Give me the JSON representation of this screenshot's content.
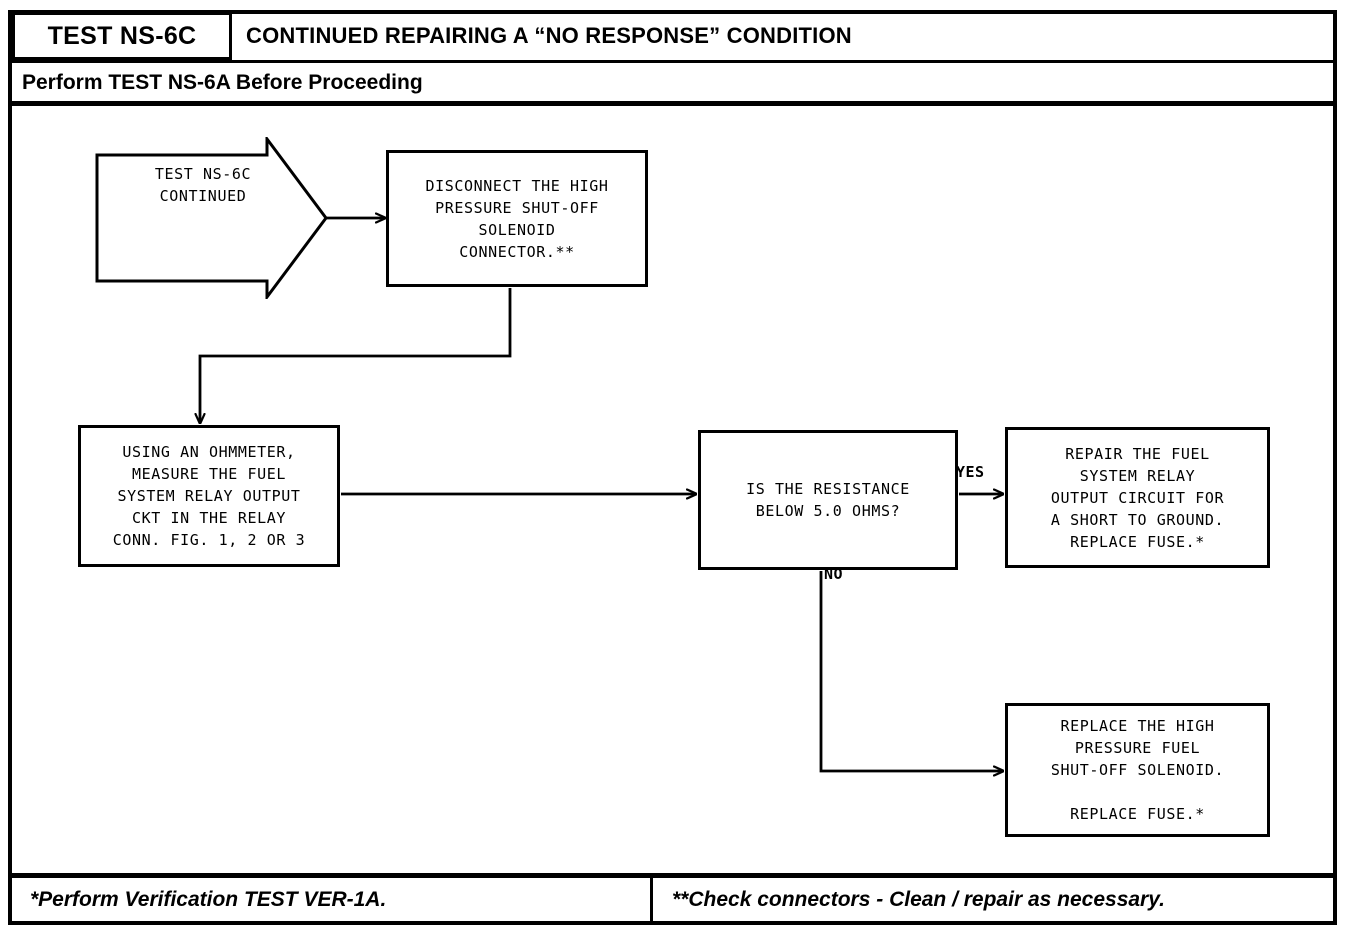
{
  "header": {
    "test_id": "TEST NS-6C",
    "title": "CONTINUED REPAIRING A “NO RESPONSE” CONDITION",
    "subtitle": "Perform TEST NS-6A Before Proceeding"
  },
  "flow": {
    "start": {
      "label": "TEST NS-6C\nCONTINUED",
      "shape": "pentagon-arrow"
    },
    "nodes": [
      {
        "id": "disconnect",
        "shape": "rectangle",
        "text": "DISCONNECT THE HIGH\nPRESSURE SHUT-OFF\nSOLENOID\nCONNECTOR.**"
      },
      {
        "id": "ohmmeter",
        "shape": "rectangle",
        "text": "USING AN OHMMETER,\nMEASURE THE FUEL\nSYSTEM RELAY OUTPUT\nCKT IN THE RELAY\nCONN. FIG. 1, 2 OR 3"
      },
      {
        "id": "decision",
        "shape": "rectangle",
        "text": "IS THE RESISTANCE\nBELOW 5.0 OHMS?"
      },
      {
        "id": "repair",
        "shape": "rectangle",
        "text": "REPAIR THE FUEL\nSYSTEM RELAY\nOUTPUT CIRCUIT FOR\nA SHORT TO GROUND.\nREPLACE FUSE.*"
      },
      {
        "id": "replace",
        "shape": "rectangle",
        "text": "REPLACE THE HIGH\nPRESSURE FUEL\nSHUT-OFF SOLENOID.\n\nREPLACE FUSE.*"
      }
    ],
    "branches": {
      "yes_label": "YES",
      "no_label": "NO"
    }
  },
  "footer": {
    "left_note": "*Perform Verification TEST VER-1A.",
    "right_note": "**Check connectors - Clean / repair as necessary."
  },
  "colors": {
    "ink": "#000000",
    "paper": "#ffffff"
  }
}
